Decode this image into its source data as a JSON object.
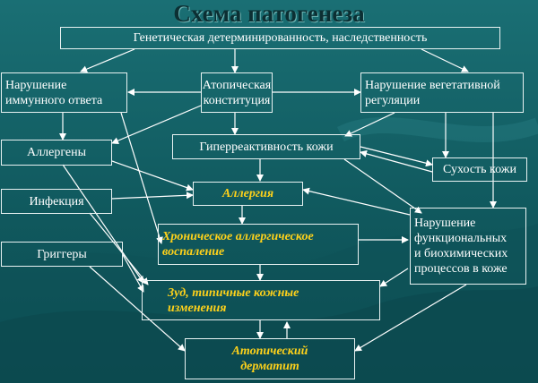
{
  "title": "Схема патогенеза",
  "nodes": {
    "genetic": "Генетическая детерминированность, наследственность",
    "immune": "Нарушение\nиммунного ответа",
    "atopic_const": "Атопическая\nконституция",
    "vegetative": "Нарушение вегетативной\nрегуляции",
    "allergens": "Аллергены",
    "hyperreactivity": "Гиперреактивность кожи",
    "dryness": "Сухость кожи",
    "infection": "Инфекция",
    "allergy": "Аллергия",
    "triggers": "Григгеры",
    "chronic": "Хроническое аллергическое\nвоспаление",
    "metabolic": "Нарушение\nфункциональных\nи биохимических\nпроцессов в коже",
    "itch": "Зуд, типичные кожные\nизменения",
    "dermatitis": "Атопический\nдерматит"
  },
  "colors": {
    "background": "#14656a",
    "title": "#0c2f33",
    "box_border": "#e8f2f2",
    "text": "#ffffff",
    "highlight_text": "#ffd21a"
  }
}
